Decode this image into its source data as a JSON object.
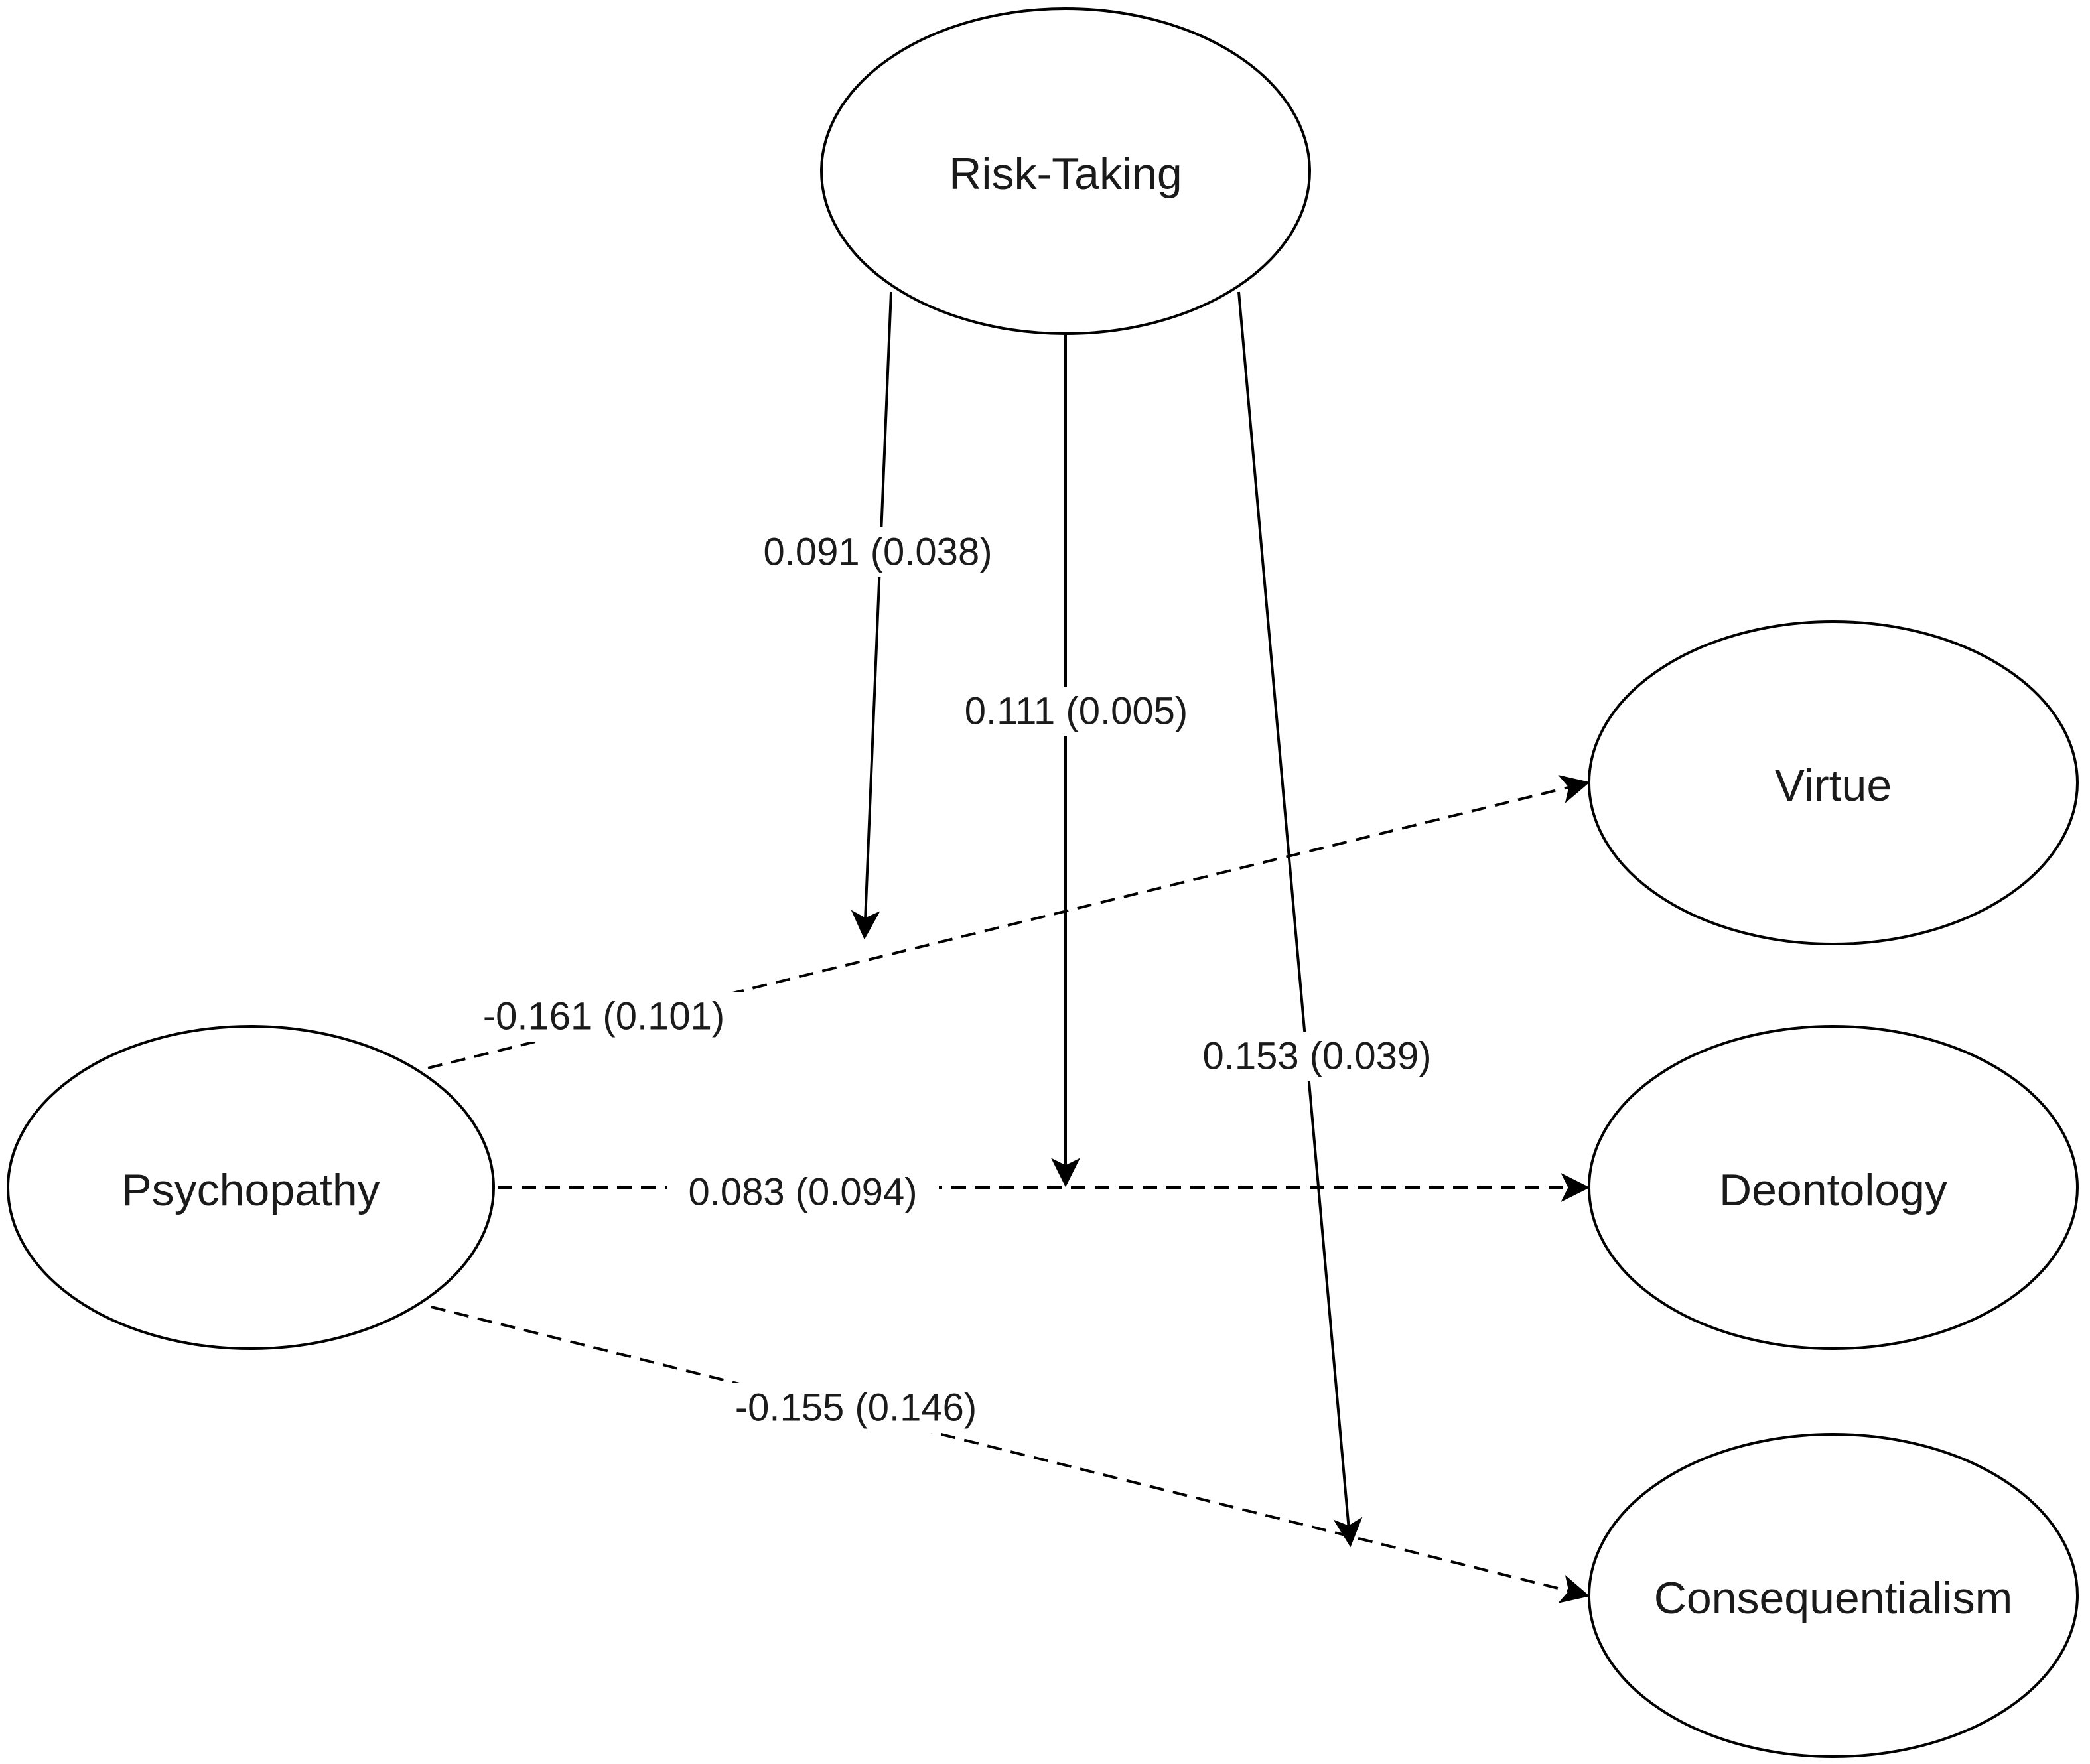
{
  "diagram": {
    "nodes": {
      "risk_taking": "Risk-Taking",
      "psychopathy": "Psychopathy",
      "virtue": "Virtue",
      "deontology": "Deontology",
      "consequentialism": "Consequentialism"
    },
    "edges": {
      "psychopathy_virtue": "-0.161 (0.101)",
      "psychopathy_deontology": "0.083 (0.094)",
      "psychopathy_consequentialism": "-0.155 (0.146)",
      "risk_moderates_virtue": "0.091 (0.038)",
      "risk_moderates_deontology": "0.111 (0.005)",
      "risk_moderates_consequentialism": "0.153 (0.039)"
    }
  }
}
